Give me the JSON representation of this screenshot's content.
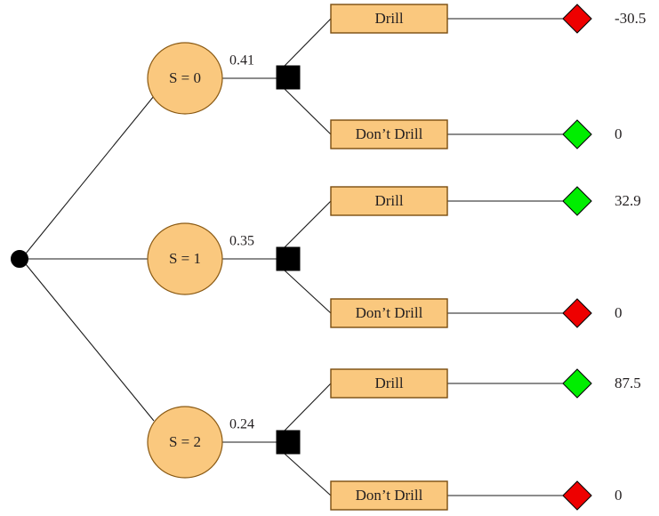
{
  "diagram": {
    "type": "decision-tree",
    "title": "",
    "background_color": "#ffffff",
    "palette": {
      "node_fill": "#fac87e",
      "node_stroke": "#8a5a14",
      "chance_node": "#000000",
      "decision_node": "#000000",
      "payoff_positive": "#00ee00",
      "payoff_negative": "#ee0000",
      "edge": "#1a1a1a",
      "text": "#231f20"
    },
    "root": {
      "shape": "filled-circle",
      "label": ""
    },
    "branches": [
      {
        "state_label": "S = 0",
        "probability": "0.41",
        "decisions": [
          {
            "action_label": "Drill",
            "payoff": "-30.5",
            "payoff_color": "#ee0000",
            "outcome_shape": "diamond"
          },
          {
            "action_label": "Don’t Drill",
            "payoff": "0",
            "payoff_color": "#00ee00",
            "outcome_shape": "diamond"
          }
        ]
      },
      {
        "state_label": "S = 1",
        "probability": "0.35",
        "decisions": [
          {
            "action_label": "Drill",
            "payoff": "32.9",
            "payoff_color": "#00ee00",
            "outcome_shape": "diamond"
          },
          {
            "action_label": "Don’t Drill",
            "payoff": "0",
            "payoff_color": "#ee0000",
            "outcome_shape": "diamond"
          }
        ]
      },
      {
        "state_label": "S = 2",
        "probability": "0.24",
        "decisions": [
          {
            "action_label": "Drill",
            "payoff": "87.5",
            "payoff_color": "#00ee00",
            "outcome_shape": "diamond"
          },
          {
            "action_label": "Don’t Drill",
            "payoff": "0",
            "payoff_color": "#ee0000",
            "outcome_shape": "diamond"
          }
        ]
      }
    ]
  }
}
